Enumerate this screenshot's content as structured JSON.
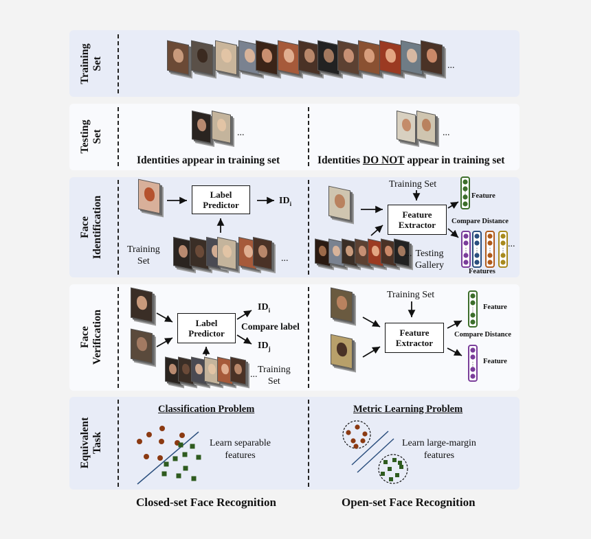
{
  "rows": {
    "training": "Training\nSet",
    "testing": "Testing\nSet",
    "identification": "Face\nIdentification",
    "verification": "Face\nVerification",
    "task": "Equivalent\nTask"
  },
  "testing": {
    "closed_caption": "Identities appear in training set",
    "open_caption_pre": "Identities ",
    "open_caption_em": "DO NOT",
    "open_caption_post": " appear in training set"
  },
  "identification": {
    "left": {
      "box": "Label\nPredictor",
      "output": "ID",
      "output_sub": "i",
      "training_set": "Training\nSet"
    },
    "right": {
      "training_set": "Training Set",
      "box": "Feature\nExtractor",
      "feature": "Feature",
      "compare": "Compare Distance",
      "features": "Features",
      "gallery": "Testing\nGallery"
    }
  },
  "verification": {
    "left": {
      "box": "Label\nPredictor",
      "id_i": "ID",
      "id_i_sub": "i",
      "compare": "Compare label",
      "id_j": "ID",
      "id_j_sub": "j",
      "training_set": "Training\nSet"
    },
    "right": {
      "training_set": "Training Set",
      "box": "Feature\nExtractor",
      "feature_top": "Feature",
      "compare": "Compare Distance",
      "feature_bottom": "Feature"
    }
  },
  "task": {
    "left_title": "Classification Problem",
    "left_text": "Learn separable\nfeatures",
    "right_title": "Metric Learning Problem",
    "right_text": "Learn large-margin\nfeatures"
  },
  "footer": {
    "left": "Closed-set Face Recognition",
    "right": "Open-set Face Recognition"
  },
  "ellipsis": "...",
  "colors": {
    "class_a_dot": "#8b3a12",
    "class_b_square": "#2e5b1f",
    "feature_green": "#3c6e2a",
    "feature_purple": "#7a3d9a",
    "feature_blue": "#2b4f7e",
    "feature_orange": "#b05a1a",
    "feature_yellow": "#a88a1e"
  }
}
